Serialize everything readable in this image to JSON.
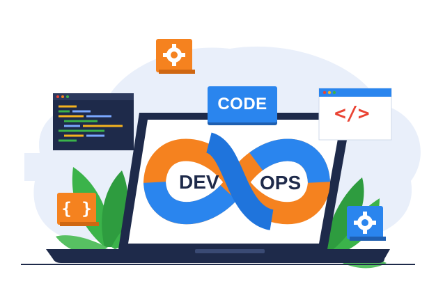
{
  "illustration": {
    "code_badge_label": "CODE",
    "loop_left_label": "DEV",
    "loop_right_label": "OPS",
    "browser_tag_label": "</>",
    "braces_label": "{ }"
  },
  "colors": {
    "blue": "#2a85ee",
    "orange": "#f5821f",
    "navy": "#1e2a4a",
    "green": "#3bb34a",
    "red": "#ea4333",
    "background_shape": "#e9effa"
  },
  "icons": [
    "gear-icon",
    "gear-icon",
    "code-tag-icon",
    "curly-braces-icon",
    "laptop-icon",
    "infinity-loop-icon",
    "leaf-icon",
    "code-editor-window-icon"
  ]
}
